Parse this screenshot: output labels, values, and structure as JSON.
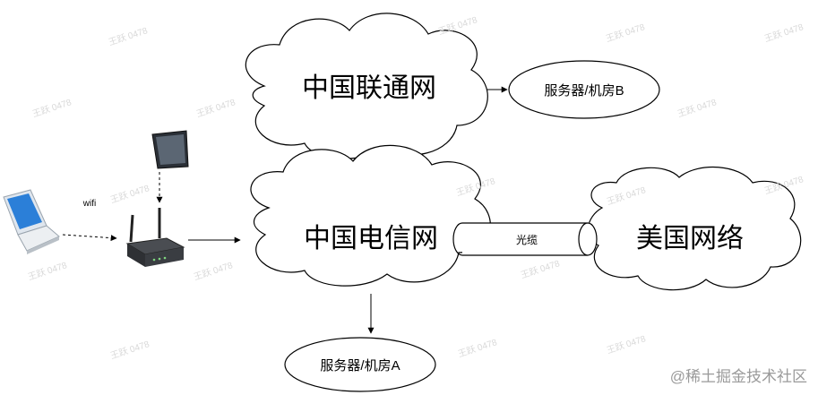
{
  "nodes": {
    "unicom": "中国联通网",
    "telecom": "中国电信网",
    "usa": "美国网络",
    "server_a": "服务器/机房A",
    "server_b": "服务器/机房B"
  },
  "edges": {
    "wifi": "wifi",
    "fiber": "光缆"
  },
  "watermark": "王跃 0478",
  "brand": "@稀土掘金技术社区"
}
